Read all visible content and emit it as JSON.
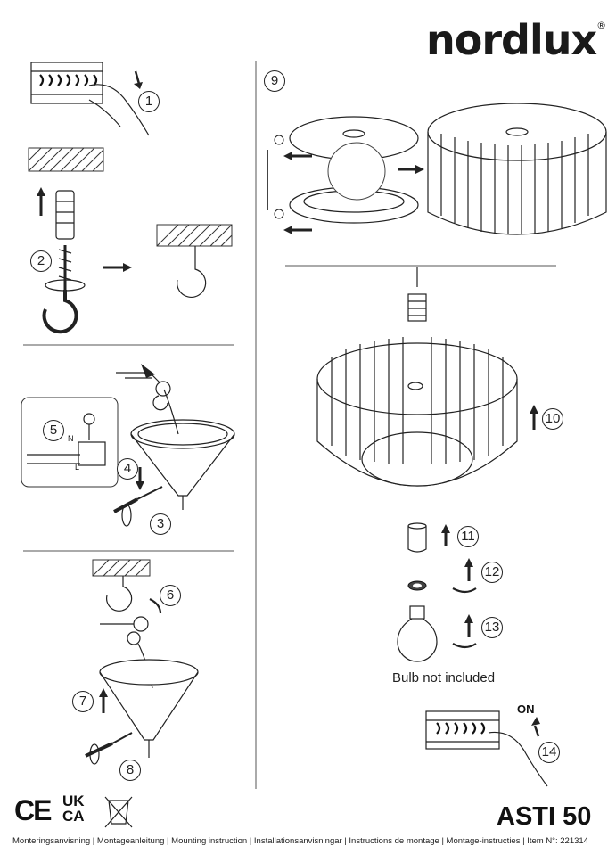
{
  "brand": {
    "name": "nordlux",
    "registered": "®"
  },
  "steps": [
    "1",
    "2",
    "3",
    "4",
    "5",
    "6",
    "7",
    "8",
    "9",
    "10",
    "11",
    "12",
    "13",
    "14"
  ],
  "bulb_note": "Bulb not included",
  "switch_label": "ON",
  "wire_labels": {
    "n": "N",
    "l": "L"
  },
  "marks": {
    "ce": "CE",
    "ukca_top": "UK",
    "ukca_bottom": "CA"
  },
  "model": "ASTI 50",
  "footer": "Monteringsanvisning | Montageanleitung | Mounting instruction | Installationsanvisningar | Instructions de montage | Montage-instructies | Item N°: 221314"
}
